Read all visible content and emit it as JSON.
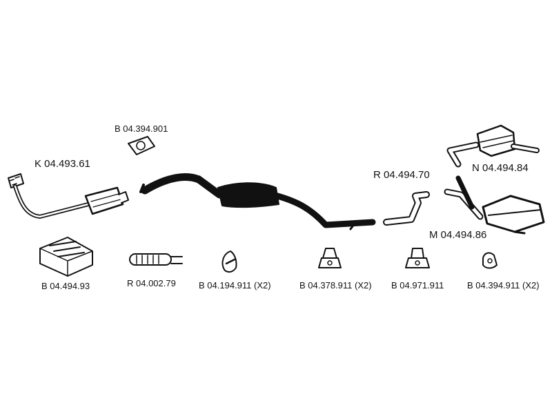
{
  "parts": {
    "catalytic_front_pipe": {
      "code": "K 04.493.61"
    },
    "flange_gasket": {
      "code": "B 04.394.901"
    },
    "centre_silencer": {
      "code": ""
    },
    "intermediate_pipe": {
      "code": "R 04.494.70"
    },
    "rear_silencer_n": {
      "code": "N 04.494.84"
    },
    "rear_silencer_m": {
      "code": "M 04.494.86"
    },
    "mounting_kit": {
      "code": "B 04.494.93"
    },
    "flex_pipe": {
      "code": "R 04.002.79"
    },
    "rubber_mount_1": {
      "code": "B 04.194.911 (X2)"
    },
    "rubber_mount_2": {
      "code": "B 04.378.911 (X2)"
    },
    "rubber_mount_3": {
      "code": "B 04.971.911"
    },
    "rubber_mount_4": {
      "code": "B 04.394.911 (X2)"
    }
  },
  "colors": {
    "ink": "#111111",
    "background": "#ffffff"
  }
}
